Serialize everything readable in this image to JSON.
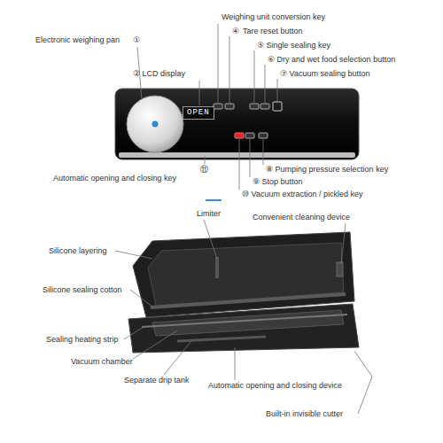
{
  "diagram": {
    "nodes": [
      {
        "text": [
          "OPEN"
        ]
      }
    ],
    "labels": [
      "Electronic weighing pan",
      "①",
      "Weighing unit conversion key",
      "④",
      "Tare reset button",
      "⑤ Single sealing key",
      "⑥ Dry and wet food selection button",
      "② LCD display",
      "⑦ Vacuum sealing button",
      "⑧ Pumping pressure selection key",
      "⑨ Stop button",
      "⑩ Vacuum extraction / pickled key",
      "⑪",
      "Automatic opening and closing key",
      "Limiter",
      "Convenient cleaning device",
      "Silicone layering",
      "Silicone sealing cotton",
      "Sealing heating strip",
      "Vacuum chamber",
      "Separate drip tank",
      "Automatic opening and closing device",
      "Built-in invisible cutter"
    ]
  }
}
